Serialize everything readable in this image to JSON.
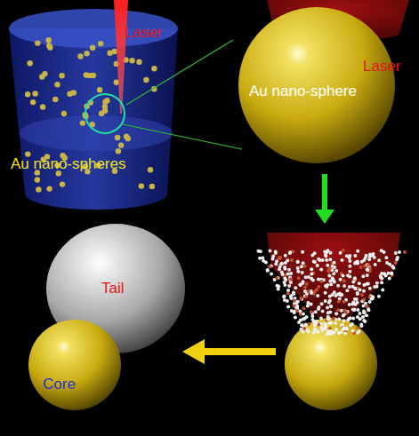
{
  "diagram": {
    "nodes": [
      {
        "text": [
          "Au nano-sphere"
        ]
      },
      {
        "text": [
          "Tail"
        ]
      },
      {
        "text": [
          "Core"
        ]
      }
    ],
    "labels": [
      "Laser",
      "Au nano-spheres",
      "Laser"
    ]
  }
}
